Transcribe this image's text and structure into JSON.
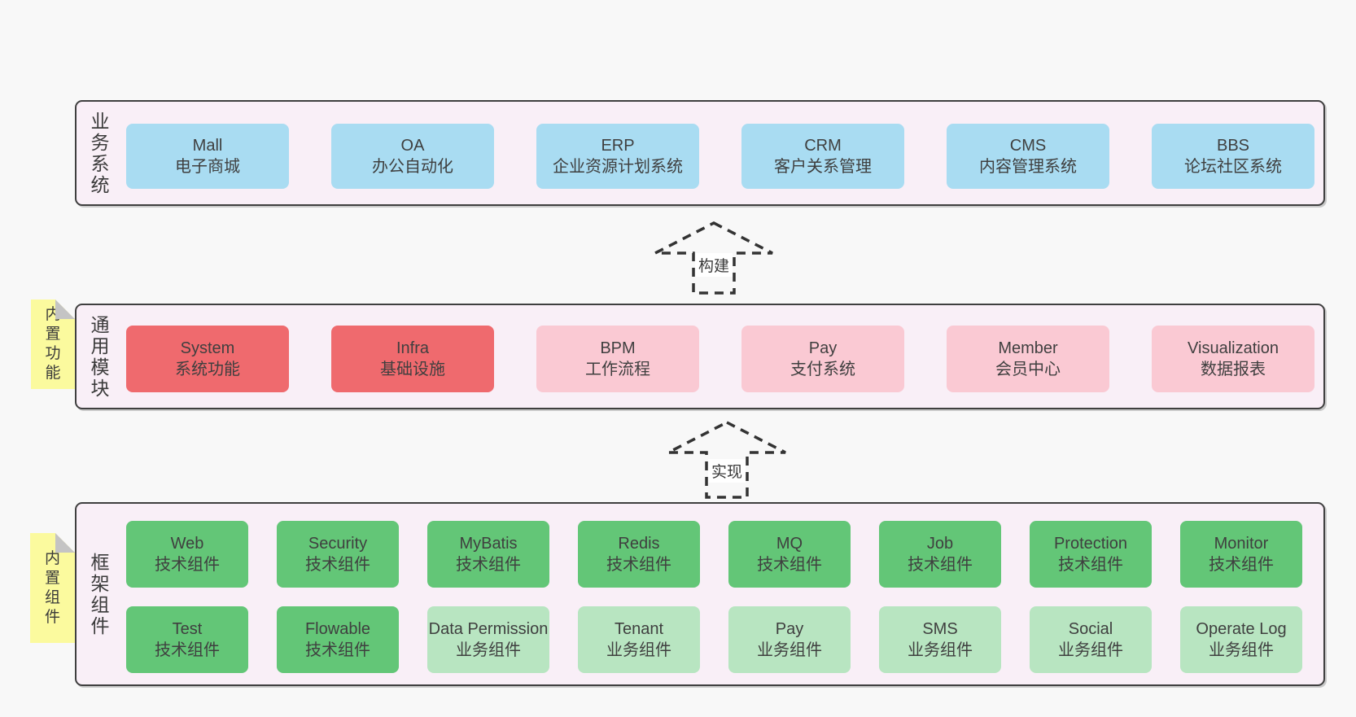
{
  "palette": {
    "page_bg": "#f8f8f8",
    "panel_bg": "#f9eff7",
    "panel_border": "#3f3f3f",
    "blue_box": "#a9dcf2",
    "red_box": "#ef6a6e",
    "pink_box": "#fac9d3",
    "green_box": "#63c677",
    "light_green_box": "#b8e5c1",
    "sticky_note": "#fbfa9e",
    "note_fold": "#c4c4c4",
    "text": "#3f3f3f"
  },
  "arrows": {
    "build": "构建",
    "implement": "实现"
  },
  "layers": {
    "business": {
      "side_label": "业务系统",
      "boxes": [
        {
          "en": "Mall",
          "zh": "电子商城"
        },
        {
          "en": "OA",
          "zh": "办公自动化"
        },
        {
          "en": "ERP",
          "zh": "企业资源计划系统"
        },
        {
          "en": "CRM",
          "zh": "客户关系管理"
        },
        {
          "en": "CMS",
          "zh": "内容管理系统"
        },
        {
          "en": "BBS",
          "zh": "论坛社区系统"
        }
      ]
    },
    "modules": {
      "side_label": "通用模块",
      "sticky_note": "内置功能",
      "boxes": [
        {
          "en": "System",
          "zh": "系统功能"
        },
        {
          "en": "Infra",
          "zh": "基础设施"
        },
        {
          "en": "BPM",
          "zh": "工作流程"
        },
        {
          "en": "Pay",
          "zh": "支付系统"
        },
        {
          "en": "Member",
          "zh": "会员中心"
        },
        {
          "en": "Visualization",
          "zh": "数据报表"
        }
      ]
    },
    "components": {
      "side_label": "框架组件",
      "sticky_note": "内置组件",
      "row1": [
        {
          "en": "Web",
          "zh": "技术组件"
        },
        {
          "en": "Security",
          "zh": "技术组件"
        },
        {
          "en": "MyBatis",
          "zh": "技术组件"
        },
        {
          "en": "Redis",
          "zh": "技术组件"
        },
        {
          "en": "MQ",
          "zh": "技术组件"
        },
        {
          "en": "Job",
          "zh": "技术组件"
        },
        {
          "en": "Protection",
          "zh": "技术组件"
        },
        {
          "en": "Monitor",
          "zh": "技术组件"
        }
      ],
      "row2": [
        {
          "en": "Test",
          "zh": "技术组件"
        },
        {
          "en": "Flowable",
          "zh": "技术组件"
        },
        {
          "en": "Data Permission",
          "zh": "业务组件"
        },
        {
          "en": "Tenant",
          "zh": "业务组件"
        },
        {
          "en": "Pay",
          "zh": "业务组件"
        },
        {
          "en": "SMS",
          "zh": "业务组件"
        },
        {
          "en": "Social",
          "zh": "业务组件"
        },
        {
          "en": "Operate Log",
          "zh": "业务组件"
        }
      ]
    }
  }
}
